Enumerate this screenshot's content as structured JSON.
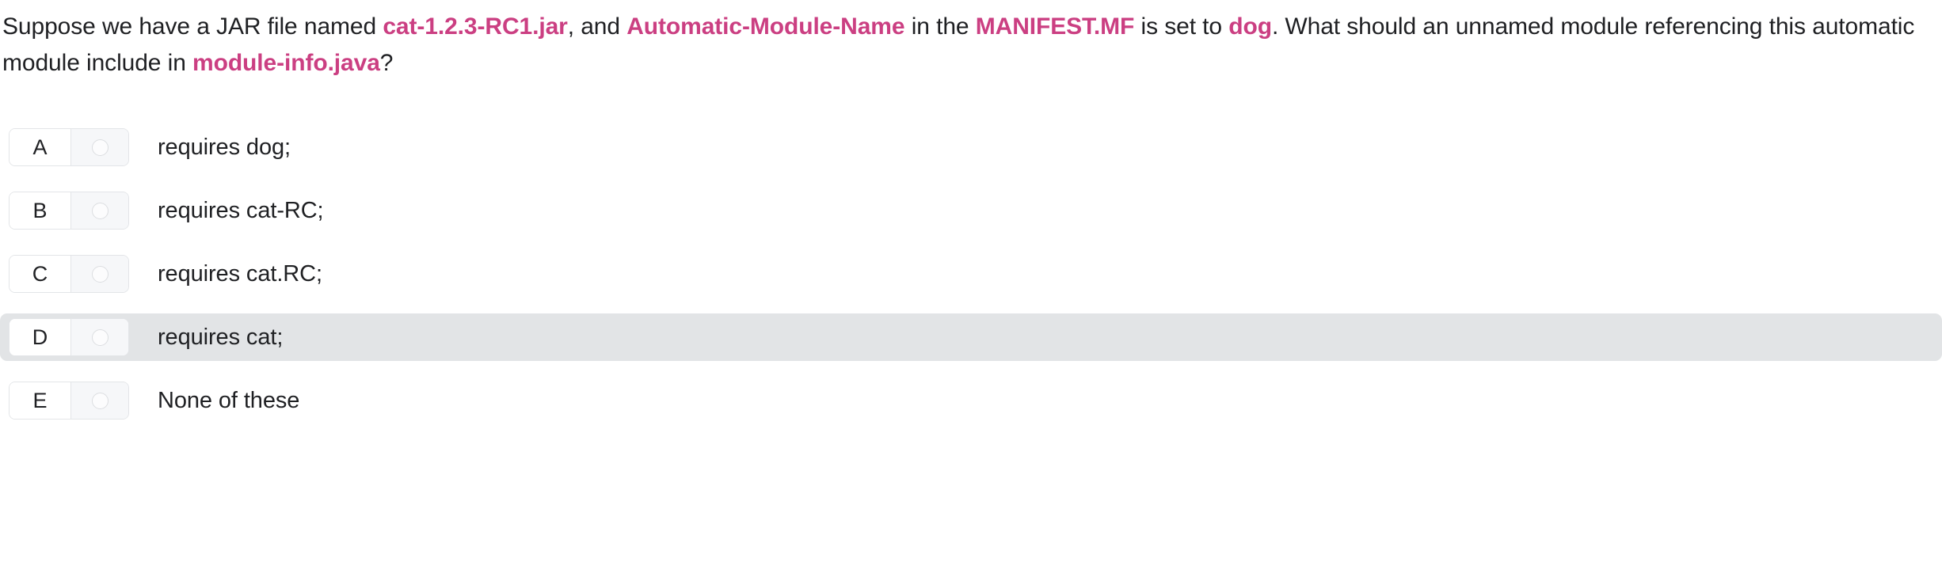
{
  "question": {
    "segments": [
      {
        "text": "Suppose we have a JAR file named ",
        "style": "plain"
      },
      {
        "text": "cat-1.2.3-RC1.jar",
        "style": "code"
      },
      {
        "text": ", and ",
        "style": "plain"
      },
      {
        "text": "Automatic-Module-Name",
        "style": "code"
      },
      {
        "text": " in the ",
        "style": "plain"
      },
      {
        "text": "MANIFEST.MF",
        "style": "code"
      },
      {
        "text": " is set to ",
        "style": "plain"
      },
      {
        "text": "dog",
        "style": "code"
      },
      {
        "text": ". What should an unnamed module referencing this automatic module include in ",
        "style": "plain"
      },
      {
        "text": "module-info.java",
        "style": "code"
      },
      {
        "text": "?",
        "style": "plain"
      }
    ],
    "full_text": "Suppose we have a JAR file named cat-1.2.3-RC1.jar, and Automatic-Module-Name in the MANIFEST.MF is set to dog. What should an unnamed module referencing this automatic module include in module-info.java?",
    "part1_plain": "Suppose we have a JAR file named ",
    "part1_code": "cat-1.2.3-RC1.jar",
    "part2_plain": ", and ",
    "part2_code": "Automatic-Module-Name",
    "part3_plain": " in the ",
    "part3_code": "MANIFEST.MF",
    "part4_plain": " is set to ",
    "part4_code": "dog",
    "part5_plain": ". What should an unnamed module referencing this automatic module include in ",
    "part5_code": "module-info.java",
    "part6_plain": "?"
  },
  "options": [
    {
      "letter": "A",
      "text": "requires dog;",
      "selected": false,
      "highlighted": false
    },
    {
      "letter": "B",
      "text": "requires cat-RC;",
      "selected": false,
      "highlighted": false
    },
    {
      "letter": "C",
      "text": "requires cat.RC;",
      "selected": false,
      "highlighted": false
    },
    {
      "letter": "D",
      "text": "requires cat;",
      "selected": false,
      "highlighted": true
    },
    {
      "letter": "E",
      "text": "None of these",
      "selected": false,
      "highlighted": false
    }
  ],
  "colors": {
    "code_accent": "#CB3F82",
    "text": "#1f2023",
    "highlight_row": "#e2e4e6",
    "radio_cell": "#f6f7f9",
    "border": "#e3e5e8",
    "page_background": "#ffffff"
  }
}
